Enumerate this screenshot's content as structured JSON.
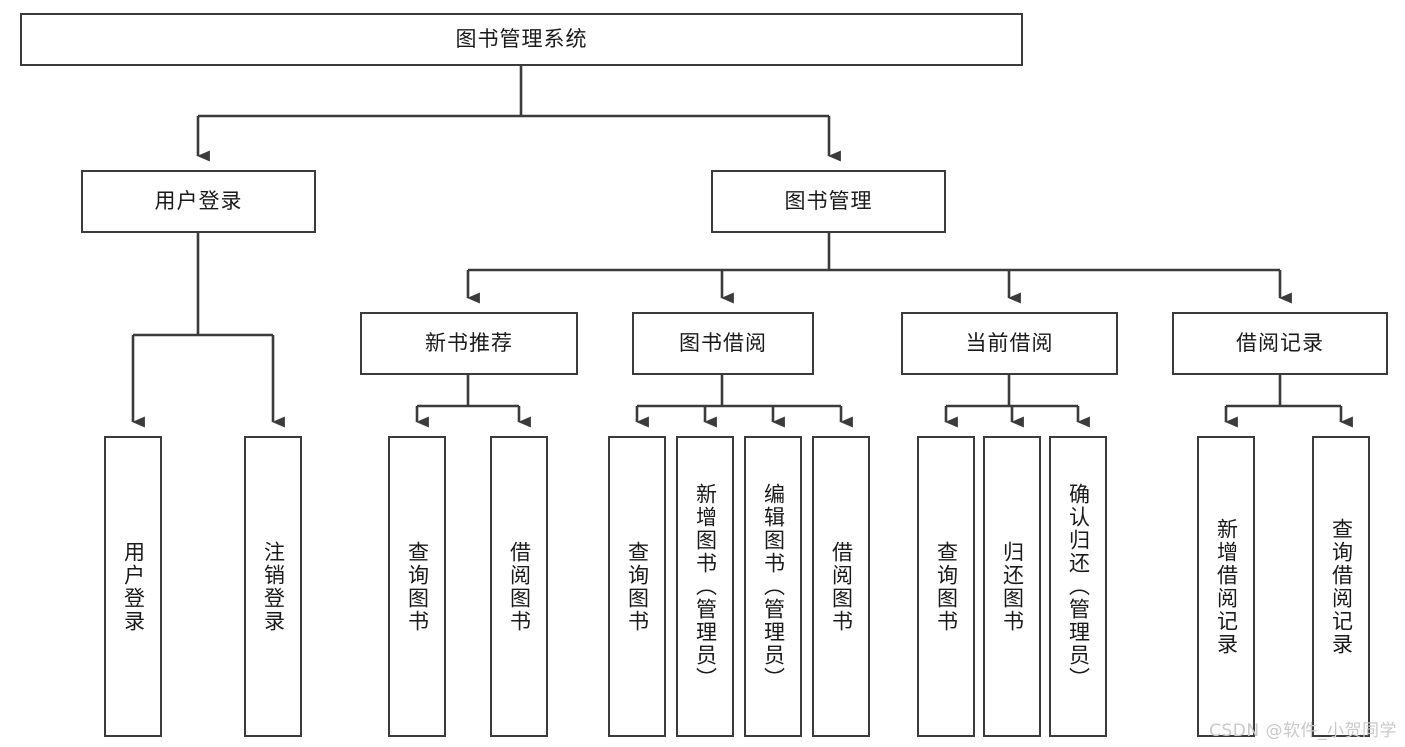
{
  "diagram": {
    "title": "图书管理系统",
    "type": "tree-hierarchy",
    "orientation": "top-down",
    "stroke_color": "#3b3b3b",
    "fill_color": "#ffffff",
    "text_color": "#1a1a1a"
  },
  "nodes": {
    "root": {
      "label": "图书管理系统",
      "level": 0
    },
    "l1": [
      {
        "id": "user-login",
        "label": "用户登录"
      },
      {
        "id": "book-manage",
        "label": "图书管理"
      }
    ],
    "l2": [
      {
        "id": "new-book-recommend",
        "label": "新书推荐"
      },
      {
        "id": "book-borrow",
        "label": "图书借阅"
      },
      {
        "id": "current-borrow",
        "label": "当前借阅"
      },
      {
        "id": "borrow-record",
        "label": "借阅记录"
      }
    ],
    "leaves": {
      "user_login": [
        {
          "id": "leaf-user-login",
          "label": "用户登录"
        },
        {
          "id": "leaf-logout-login",
          "label": "注销登录"
        }
      ],
      "new_book_recommend": [
        {
          "id": "leaf-query-book-1",
          "label": "查询图书"
        },
        {
          "id": "leaf-borrow-book-1",
          "label": "借阅图书"
        }
      ],
      "book_borrow": [
        {
          "id": "leaf-query-book-2",
          "label": "查询图书"
        },
        {
          "id": "leaf-add-book-admin",
          "label": "新增图书（管理员）"
        },
        {
          "id": "leaf-edit-book-admin",
          "label": "编辑图书（管理员）"
        },
        {
          "id": "leaf-borrow-book-2",
          "label": "借阅图书"
        }
      ],
      "current_borrow": [
        {
          "id": "leaf-query-book-3",
          "label": "查询图书"
        },
        {
          "id": "leaf-return-book",
          "label": "归还图书"
        },
        {
          "id": "leaf-confirm-return-admin",
          "label": "确认归还（管理员）"
        }
      ],
      "borrow_record": [
        {
          "id": "leaf-add-borrow-record",
          "label": "新增借阅记录"
        },
        {
          "id": "leaf-query-borrow-record",
          "label": "查询借阅记录"
        }
      ]
    }
  },
  "watermark": {
    "text": "CSDN @软件_小贺同学"
  }
}
